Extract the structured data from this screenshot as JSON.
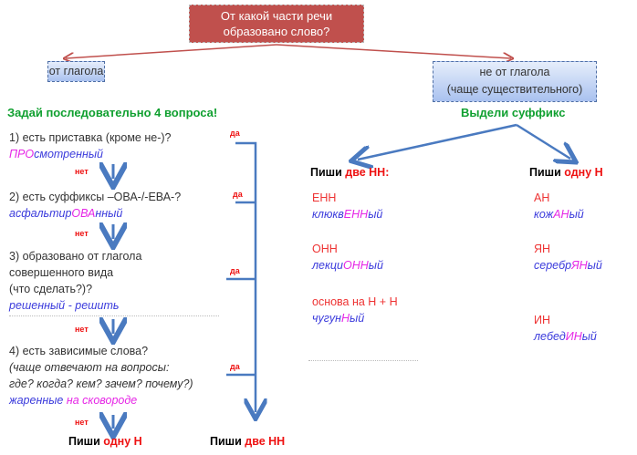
{
  "title": "От какой части речи образовано слово?",
  "branch_left": "от глагола",
  "branch_right_line1": "не от глагола",
  "branch_right_line2": "(чаще существительного)",
  "left_heading": "Задай последовательно 4 вопроса!",
  "right_heading": "Выдели суффикс",
  "questions": [
    {
      "text": "1) есть приставка (кроме не-)?",
      "example_hl": "ПРО",
      "example_rest": "смотренный"
    },
    {
      "text": "2) есть суффиксы –ОВА-/-ЕВА-?",
      "example_pre": "асфальтир",
      "example_hl": "ОВА",
      "example_post": "нный"
    },
    {
      "text_lines": [
        "3) образовано от глагола",
        "совершенного  вида",
        "(что сделать?)?"
      ],
      "example_a": "решенный",
      "example_sep": " - ",
      "example_b": "решить"
    },
    {
      "text_lines": [
        "4) есть зависимые слова?",
        "(чаще отвечают  на вопросы:",
        "где? когда? кем? зачем? почему?)"
      ],
      "example_a": "жаренные",
      "example_b": "на сковороде"
    }
  ],
  "yes_label": "да",
  "no_label": "нет",
  "write_label": "Пиши",
  "one_n": "одну Н",
  "two_nn": "две НН",
  "two_nn_colon": "две НН:",
  "right_nn": [
    {
      "suffix": "ЕНН",
      "ex_pre": "клюкв",
      "ex_hl": "ЕНН",
      "ex_post": "ый"
    },
    {
      "suffix": "ОНН",
      "ex_pre": "лекци",
      "ex_hl": "ОНН",
      "ex_post": "ый"
    },
    {
      "suffix": "основа на Н + Н",
      "ex_pre": "чугун",
      "ex_hl": "Н",
      "ex_post": "ый"
    }
  ],
  "right_n": [
    {
      "suffix": "АН",
      "ex_pre": "кож",
      "ex_hl": "АН",
      "ex_post": "ый"
    },
    {
      "suffix": "ЯН",
      "ex_pre": "серебр",
      "ex_hl": "ЯН",
      "ex_post": "ый"
    },
    {
      "suffix": "ИН",
      "ex_pre": "лебед",
      "ex_hl": "ИН",
      "ex_post": "ый"
    }
  ],
  "colors": {
    "title_bg": "#c0504d",
    "heading_green": "#10a030",
    "arrow_blue": "#4a7ac0",
    "arrow_red": "#c0504d",
    "accent_red": "#ee1111",
    "example_blue": "#3b3bdc",
    "highlight_magenta": "#e626e6"
  }
}
